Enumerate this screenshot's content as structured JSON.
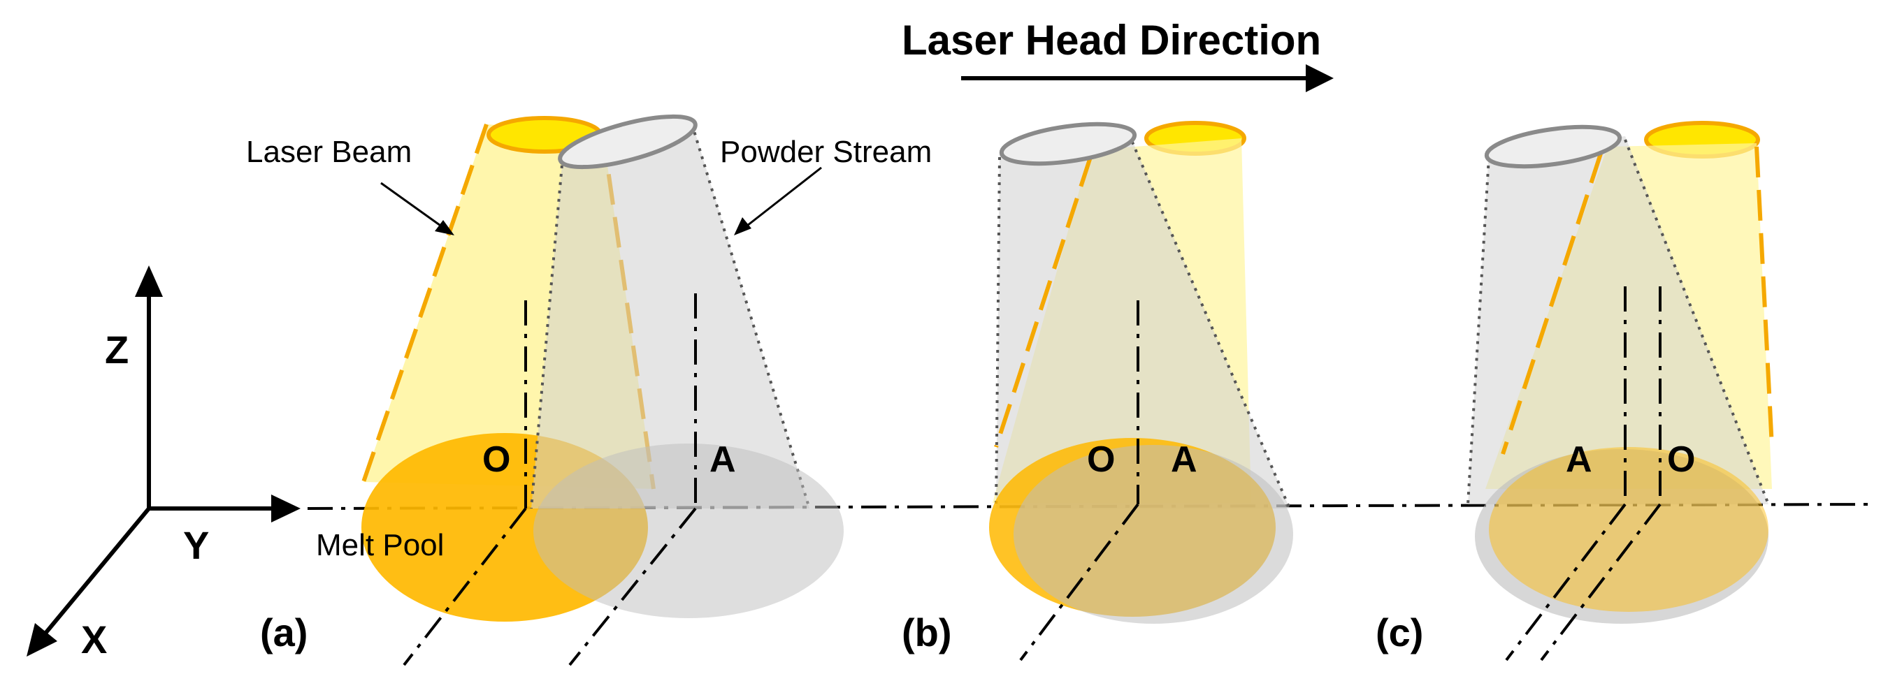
{
  "title": "Laser Head Direction",
  "labels": {
    "laser_beam": "Laser Beam",
    "powder_stream": "Powder Stream",
    "melt_pool": "Melt Pool"
  },
  "axes": {
    "z": "Z",
    "y": "Y",
    "x": "X"
  },
  "panels": [
    {
      "label": "(a)",
      "points": [
        "O",
        "A"
      ]
    },
    {
      "label": "(b)",
      "points": [
        "O",
        "A"
      ]
    },
    {
      "label": "(c)",
      "points": [
        "A",
        "O"
      ]
    }
  ],
  "colors": {
    "laser_fill": "#fff59d",
    "laser_rim": "#ffe600",
    "laser_dash": "#f5a800",
    "melt_pool": "#ffb800",
    "powder_fill": "#d9d9d9",
    "overlap": "#d6bd7a"
  }
}
